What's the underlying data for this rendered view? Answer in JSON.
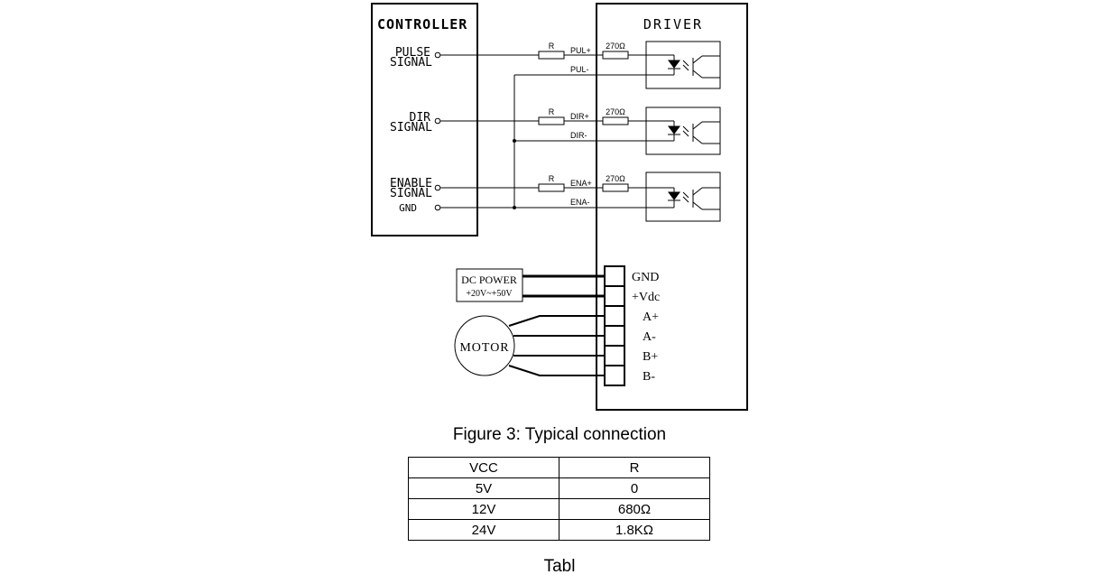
{
  "controller": {
    "title": "CONTROLLER",
    "pulse_line1": "PULSE",
    "pulse_line2": "SIGNAL",
    "dir_line1": "DIR",
    "dir_line2": "SIGNAL",
    "enable_line1": "ENABLE",
    "enable_line2": "SIGNAL",
    "gnd": "GND"
  },
  "driver": {
    "title": "DRIVER",
    "pul_plus": "PUL+",
    "pul_minus": "PUL-",
    "dir_plus": "DIR+",
    "dir_minus": "DIR-",
    "ena_plus": "ENA+",
    "ena_minus": "ENA-",
    "terminals": [
      "GND",
      "+Vdc",
      "A+",
      "A-",
      "B+",
      "B-"
    ]
  },
  "resistor_label": "R",
  "internal_resistor_label": "270Ω",
  "power": {
    "line1": "DC POWER",
    "line2": "+20V~+50V"
  },
  "motor_label": "MOTOR",
  "figure_caption": "Figure 3: Typical connection",
  "table": {
    "headers": [
      "VCC",
      "R"
    ],
    "rows": [
      [
        "5V",
        "0"
      ],
      [
        "12V",
        "680Ω"
      ],
      [
        "24V",
        "1.8KΩ"
      ]
    ]
  },
  "table_caption": "Tabl"
}
